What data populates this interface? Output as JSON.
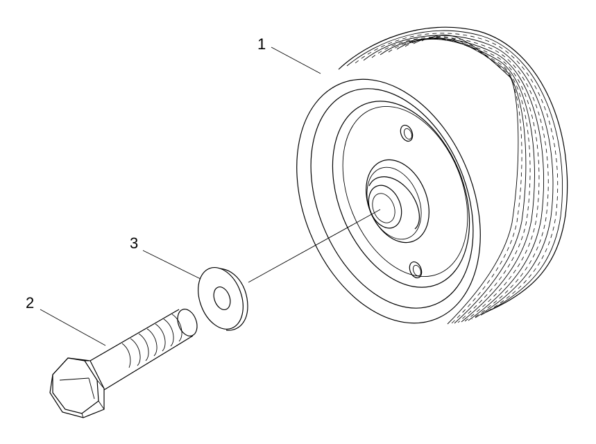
{
  "callouts": [
    {
      "id": "1",
      "label": "1",
      "part": "pulley"
    },
    {
      "id": "2",
      "label": "2",
      "part": "bolt"
    },
    {
      "id": "3",
      "label": "3",
      "part": "washer"
    }
  ],
  "colors": {
    "line": "#000000",
    "background": "#ffffff"
  }
}
